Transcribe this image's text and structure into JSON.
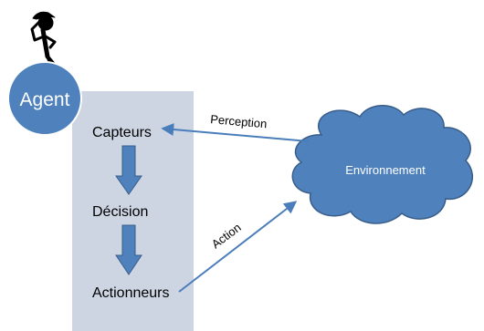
{
  "agent": {
    "label": "Agent"
  },
  "stages": {
    "sensors": "Capteurs",
    "decision": "Décision",
    "actuators": "Actionneurs"
  },
  "environment": {
    "label": "Environnement"
  },
  "arrows": {
    "perception": "Perception",
    "action": "Action"
  },
  "icons": {
    "agent_figure": "thinking-stick-figure-icon"
  },
  "colors": {
    "agent_fill": "#4f81bd",
    "panel_fill": "#cdd5e3",
    "arrow_blue": "#4a7ebb",
    "cloud_fill": "#4f81bd",
    "cloud_stroke": "#385d8a"
  }
}
